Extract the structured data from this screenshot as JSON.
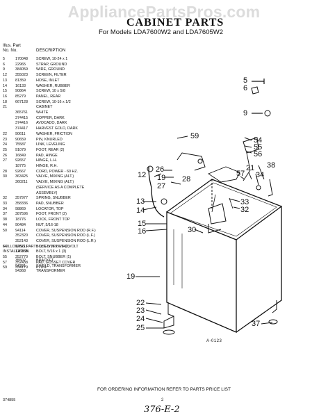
{
  "watermark": "AppliancePartsPros.com",
  "title": "CABINET PARTS",
  "subtitle": "For Models LDA7600W2 and LDA7605W2",
  "header": {
    "illus_label": "Illus. Part",
    "no_label": "No.   No.",
    "desc_label": "DESCRIPTION"
  },
  "parts": [
    {
      "illus": "5",
      "part": "170048",
      "desc": "SCREW, 10-24 x 1"
    },
    {
      "illus": "6",
      "part": "22965",
      "desc": "STRAP, GROUND"
    },
    {
      "illus": "9",
      "part": "384059",
      "desc": "WIRE, GROUND"
    },
    {
      "illus": "12",
      "part": "355023",
      "desc": "SCREEN, FILTER"
    },
    {
      "illus": "13",
      "part": "81359",
      "desc": "HOSE, INLET"
    },
    {
      "illus": "14",
      "part": "16133",
      "desc": "WASHER, RUBBER"
    },
    {
      "illus": "15",
      "part": "90864",
      "desc": "SCREW, 10 x 5/8"
    },
    {
      "illus": "16",
      "part": "85279",
      "desc": "PANEL, REAR"
    },
    {
      "illus": "18",
      "part": "667128",
      "desc": "SCREW, 10-16 x 1/2"
    },
    {
      "illus": "21",
      "part": "",
      "desc": "CABINET"
    },
    {
      "illus": "",
      "part": "365761",
      "desc": "WHITE"
    },
    {
      "illus": "",
      "part": "374415",
      "desc": "COPPER, DARK"
    },
    {
      "illus": "",
      "part": "374416",
      "desc": "AVOCADO, DARK"
    },
    {
      "illus": "",
      "part": "374417",
      "desc": "HARVEST GOLD, DARK"
    },
    {
      "illus": "22",
      "part": "90611",
      "desc": "WASHER, FRICTION"
    },
    {
      "illus": "23",
      "part": "90659",
      "desc": "PIN, KNURLED"
    },
    {
      "illus": "24",
      "part": "75587",
      "desc": "LINK, LEVELING"
    },
    {
      "illus": "25",
      "part": "91079",
      "desc": "FOOT, REAR (2)"
    },
    {
      "illus": "26",
      "part": "16849",
      "desc": "PAD, HINGE"
    },
    {
      "illus": "27",
      "part": "92657",
      "desc": "HINGE, L.H."
    },
    {
      "illus": "",
      "part": "18775",
      "desc": "HINGE, R.H."
    },
    {
      "illus": "28",
      "part": "92667",
      "desc": "CORD, POWER - 60 HZ."
    },
    {
      "illus": "30",
      "part": "363425",
      "desc": "VALVE, MIXING (ALT.)"
    },
    {
      "illus": "",
      "part": "360211",
      "desc": "VALVE, MIXING (ALT.)"
    },
    {
      "illus": "",
      "part": "",
      "desc": "(SERVICE AS A COMPLETE"
    },
    {
      "illus": "",
      "part": "",
      "desc": "ASSEMBLY)"
    },
    {
      "illus": "32",
      "part": "357977",
      "desc": "SPRING, SNUBBER"
    },
    {
      "illus": "33",
      "part": "358336",
      "desc": "PAD, SNUBBER"
    },
    {
      "illus": "34",
      "part": "98869",
      "desc": "LOCATOR, TOP"
    },
    {
      "illus": "37",
      "part": "387596",
      "desc": "FOOT, FRONT (2)"
    },
    {
      "illus": "38",
      "part": "18776",
      "desc": "LOCK, FRONT TOP"
    },
    {
      "illus": "44",
      "part": "90484",
      "desc": "NUT, 5/16-18"
    },
    {
      "illus": "50",
      "part": "94114",
      "desc": "COVER, SUSPENSION ROD (R.F.)"
    },
    {
      "illus": "",
      "part": "352320",
      "desc": "COVER, SUSPENSION ROD (L.F.)"
    },
    {
      "illus": "",
      "part": "352143",
      "desc": "COVER, SUSPENSION ROD (L.R.)"
    },
    {
      "illus": "54",
      "part": "126211",
      "desc": "BOLT, 5/16 x 5/8 (2)"
    },
    {
      "illus": "",
      "part": "126358",
      "desc": "BOLT, 5/16 x 1 (3)"
    },
    {
      "illus": "55",
      "part": "352770",
      "desc": "BOLT, SNUBBER (1)"
    },
    {
      "illus": "57",
      "part": "352438",
      "desc": "PAD, GUSSET COVER"
    },
    {
      "illus": "59",
      "part": "354179",
      "desc": "PLUG"
    }
  ],
  "following_note": "FOLLOWING PARTS USED WITH 240 VOLT INSTALLATION",
  "extra_parts": [
    {
      "illus": "",
      "part": "35502",
      "desc": "BRACKET"
    },
    {
      "illus": "",
      "part": "94291",
      "desc": "SHIELD, TRANSFORMER"
    },
    {
      "illus": "",
      "part": "94368",
      "desc": "TRANSFORMER"
    }
  ],
  "callouts": {
    "c5": "5",
    "c6": "6",
    "c9": "9",
    "c59": "59",
    "c54": "54",
    "c55": "55",
    "c56": "56",
    "c12": "12",
    "c26": "26",
    "c19a": "19",
    "c28": "28",
    "c27": "27",
    "c57": "57",
    "c21": "21",
    "c38": "38",
    "c34": "34",
    "c13": "13",
    "c14": "14",
    "c33": "33",
    "c32": "32",
    "c15": "15",
    "c16": "16",
    "c30": "30",
    "c19b": "19",
    "c22": "22",
    "c23": "23",
    "c24": "24",
    "c25": "25",
    "c37": "37"
  },
  "figure_code": "A-0123",
  "footer": "FOR ORDERING INFORMATION REFER TO PARTS PRICE LIST",
  "page_number": "2",
  "doc_code": "374855",
  "handwritten": "376-E-2"
}
